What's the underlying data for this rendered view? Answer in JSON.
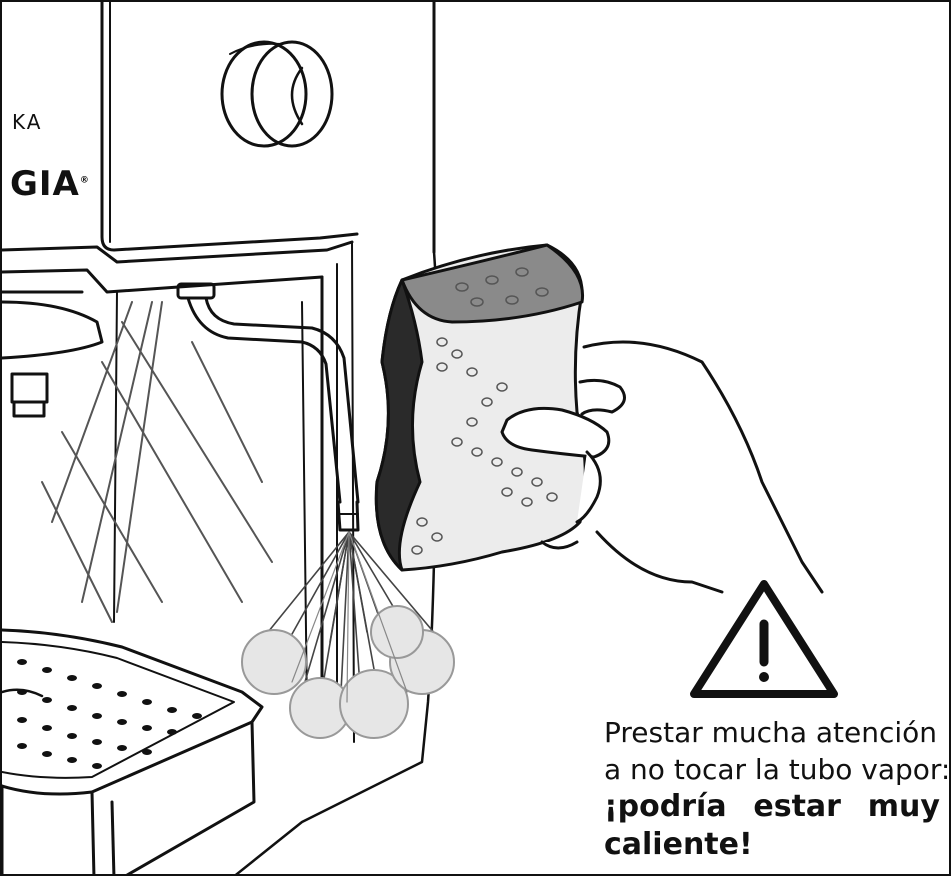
{
  "brand": {
    "top_text": "KA",
    "main_text": "GIA",
    "registered_mark": "®"
  },
  "warning": {
    "icon": "warning-triangle-icon",
    "line1": "Prestar mucha atención",
    "line2": "a no tocar la tubo vapor:",
    "emphasis_words": [
      "¡podría",
      "estar",
      "muy"
    ],
    "emphasis_line2": "caliente!"
  },
  "illustration": {
    "subject": "hand-wiping-steam-wand-with-sponge",
    "icons": [
      "steam-wand-icon",
      "sponge-icon",
      "hand-icon",
      "steam-cloud-icon",
      "drip-tray-icon",
      "knob-icon"
    ]
  }
}
